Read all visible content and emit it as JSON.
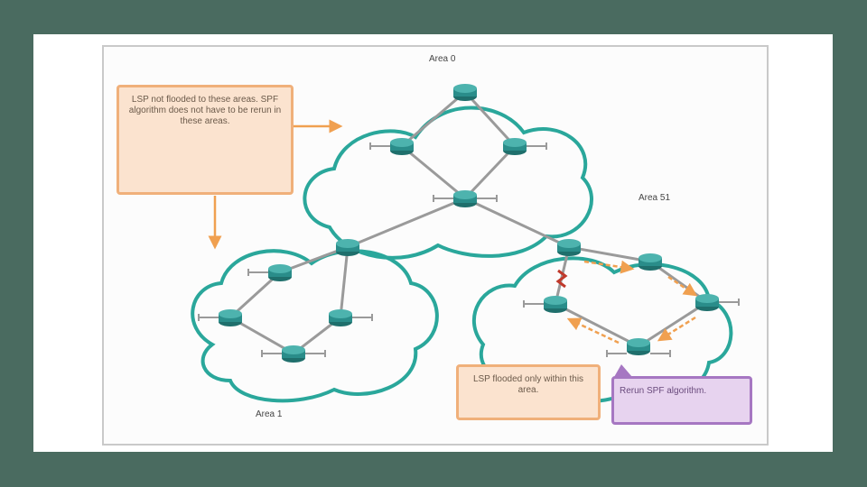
{
  "areas": [
    {
      "name": "Area 0"
    },
    {
      "name": "Area 1"
    },
    {
      "name": "Area 51"
    }
  ],
  "callouts": {
    "lsp_not_flooded": "LSP not flooded to these areas. SPF algorithm does not have to be rerun in these areas.",
    "lsp_flooded_within": "LSP flooded only within this area.",
    "rerun_spf": "Rerun SPF algorithm."
  },
  "colors": {
    "background": "#4a6b60",
    "cloud": "#2aa79b",
    "router": "#2a8d8a",
    "link": "#9a9a9a",
    "flood_arrow": "#f0a050",
    "orange_callout": "#f0b07a",
    "purple_callout": "#a677c2",
    "failure_mark": "#c0392b"
  },
  "icons": {
    "router": "router-icon",
    "link_failure": "link-failure-icon"
  }
}
